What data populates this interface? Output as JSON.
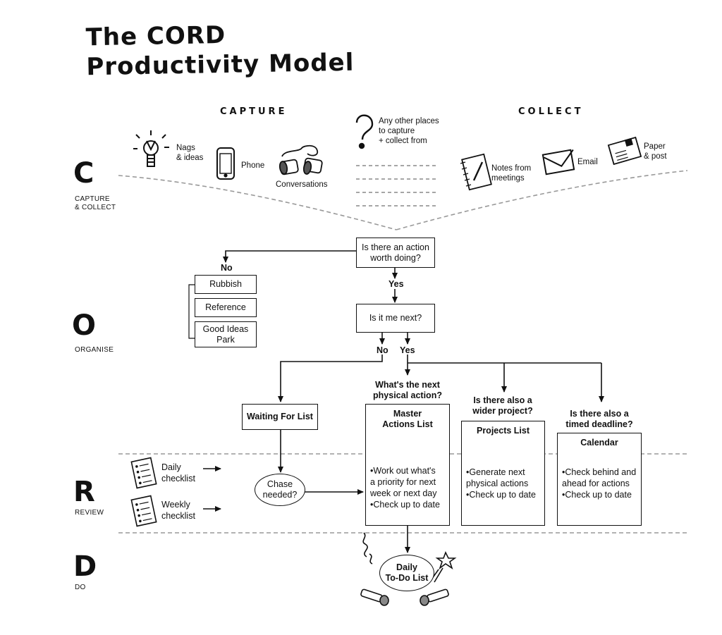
{
  "title": {
    "line1": "The CORD",
    "line2": "Productivity Model"
  },
  "headers": {
    "capture": "CAPTURE",
    "collect": "COLLECT"
  },
  "stages": [
    {
      "letter": "C",
      "label_line1": "CAPTURE",
      "label_line2": "& COLLECT"
    },
    {
      "letter": "O",
      "label_line1": "ORGANISE"
    },
    {
      "letter": "R",
      "label_line1": "REVIEW"
    },
    {
      "letter": "D",
      "label_line1": "DO"
    }
  ],
  "sources": {
    "nags_line1": "Nags",
    "nags_line2": "& ideas",
    "phone": "Phone",
    "conversations": "Conversations",
    "other_line1": "Any other places",
    "other_line2": "to capture",
    "other_line3": "+ collect from",
    "notes_line1": "Notes from",
    "notes_line2": "meetings",
    "email": "Email",
    "paper_line1": "Paper",
    "paper_line2": "& post"
  },
  "flow": {
    "q_action_line1": "Is there an action",
    "q_action_line2": "worth doing?",
    "no": "No",
    "yes": "Yes",
    "rubbish": "Rubbish",
    "reference": "Reference",
    "good_ideas_line1": "Good Ideas",
    "good_ideas_line2": "Park",
    "q_me_next": "Is it me next?",
    "no2": "No",
    "yes2": "Yes",
    "waiting_for": "Waiting For List",
    "q_next_action_line1": "What's the next",
    "q_next_action_line2": "physical action?",
    "q_project_line1": "Is there also a",
    "q_project_line2": "wider project?",
    "q_deadline_line1": "Is there also a",
    "q_deadline_line2": "timed deadline?",
    "master_line1": "Master",
    "master_line2": "Actions List",
    "master_bullets": [
      "Work out what's",
      "a priority for next",
      "week or next day",
      "Check up to date"
    ],
    "projects": "Projects List",
    "projects_bullets": [
      "Generate next",
      "physical actions",
      "Check up to date"
    ],
    "calendar": "Calendar",
    "calendar_bullets": [
      "Check behind and",
      "ahead for actions",
      "Check up to date"
    ],
    "chase_line1": "Chase",
    "chase_line2": "needed?",
    "daily_checklist_line1": "Daily",
    "daily_checklist_line2": "checklist",
    "weekly_checklist_line1": "Weekly",
    "weekly_checklist_line2": "checklist",
    "todo_line1": "Daily",
    "todo_line2": "To-Do List"
  }
}
